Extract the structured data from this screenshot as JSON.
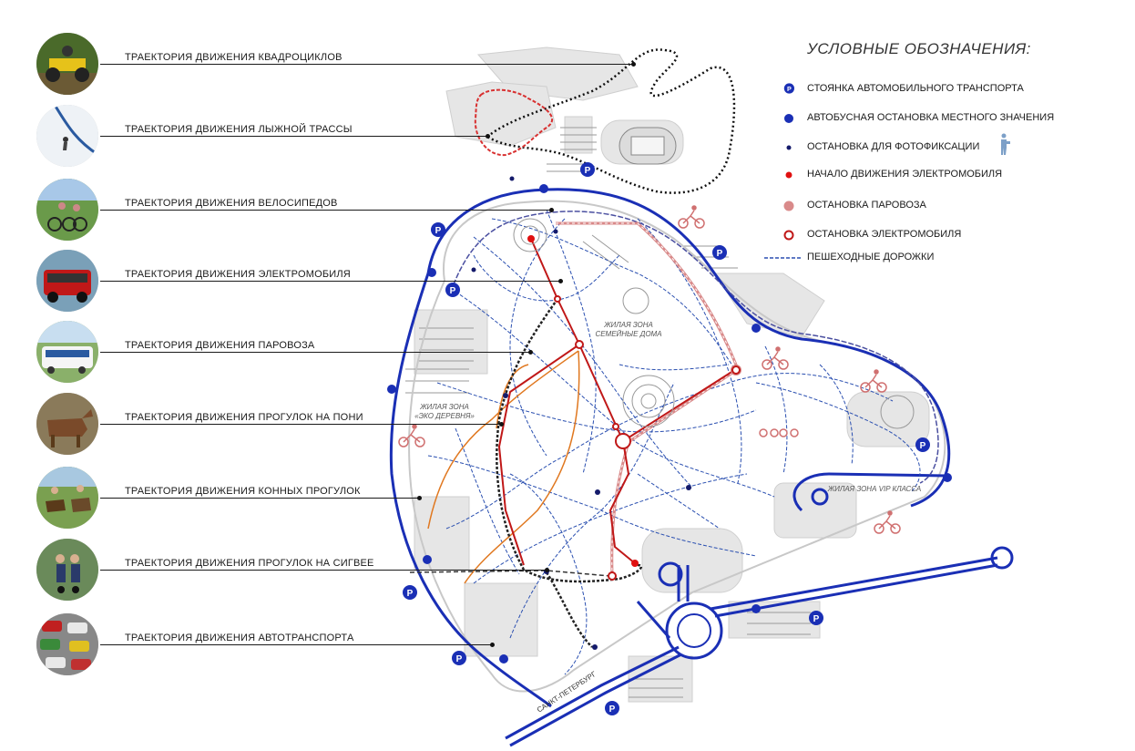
{
  "legend": {
    "title": "УСЛОВНЫЕ ОБОЗНАЧЕНИЯ:",
    "items": [
      {
        "label": "СТОЯНКА АВТОМОБИЛЬНОГО ТРАНСПОРТА",
        "icon": "parking-icon",
        "color": "#1a2fb5",
        "symbol": "P"
      },
      {
        "label": "АВТОБУСНАЯ ОСТАНОВКА МЕСТНОГО ЗНАЧЕНИЯ",
        "icon": "bus-stop-icon",
        "color": "#1a2fb5"
      },
      {
        "label": "ОСТАНОВКА ДЛЯ ФОТОФИКСАЦИИ",
        "icon": "photo-stop-icon",
        "color": "#141a6b"
      },
      {
        "label": "НАЧАЛО ДВИЖЕНИЯ ЭЛЕКТРОМОБИЛЯ",
        "icon": "electromobile-start-icon",
        "color": "#e01010"
      },
      {
        "label": "ОСТАНОВКА ПАРОВОЗА",
        "icon": "train-stop-icon",
        "color": "#d98a8a"
      },
      {
        "label": "ОСТАНОВКА ЭЛЕКТРОМОБИЛЯ",
        "icon": "electromobile-stop-icon",
        "color": "#c01818"
      },
      {
        "label": "ПЕШЕХОДНЫЕ ДОРОЖКИ",
        "icon": "footpath-icon",
        "color": "#2a4fb0"
      }
    ]
  },
  "routes": [
    {
      "label": "ТРАЕКТОРИЯ ДВИЖЕНИЯ  КВАДРОЦИКЛОВ",
      "icon": "atv-photo"
    },
    {
      "label": "ТРАЕКТОРИЯ ДВИЖЕНИЯ ЛЫЖНОЙ ТРАССЫ",
      "icon": "ski-photo"
    },
    {
      "label": "ТРАЕКТОРИЯ ДВИЖЕНИЯ ВЕЛОСИПЕДОВ",
      "icon": "bicycle-photo"
    },
    {
      "label": "ТРАЕКТОРИЯ ДВИЖЕНИЯ ЭЛЕКТРОМОБИЛЯ",
      "icon": "electromobile-photo"
    },
    {
      "label": "ТРАЕКТОРИЯ ДВИЖЕНИЯ  ПАРОВОЗА",
      "icon": "train-photo"
    },
    {
      "label": "ТРАЕКТОРИЯ ДВИЖЕНИЯ ПРОГУЛОК НА ПОНИ",
      "icon": "pony-photo"
    },
    {
      "label": "ТРАЕКТОРИЯ ДВИЖЕНИЯ КОННЫХ ПРОГУЛОК",
      "icon": "horse-photo"
    },
    {
      "label": "ТРАЕКТОРИЯ ДВИЖЕНИЯ ПРОГУЛОК  НА СИГВЕЕ",
      "icon": "segway-photo"
    },
    {
      "label": "ТРАЕКТОРИЯ ДВИЖЕНИЯ АВТОТРАНСПОРТА",
      "icon": "cars-photo"
    }
  ],
  "map": {
    "zones": [
      {
        "line1": "ЖИЛАЯ ЗОНА",
        "line2": "СЕМЕЙНЫЕ ДОМА"
      },
      {
        "line1": "ЖИЛАЯ ЗОНА",
        "line2": "«ЭКО ДЕРЕВНЯ»"
      },
      {
        "line1": "ЖИЛАЯ ЗОНА VIP КЛАССА",
        "line2": ""
      }
    ],
    "road_label": "САНКТ-ПЕТЕРБУРГ",
    "parking_symbol": "P"
  },
  "colors": {
    "road": "#1a2fb5",
    "electromobile": "#c01818",
    "train": "#d98a8a",
    "footpath": "#2a4fb0",
    "pony": "#e07820",
    "atv": "#111111"
  }
}
